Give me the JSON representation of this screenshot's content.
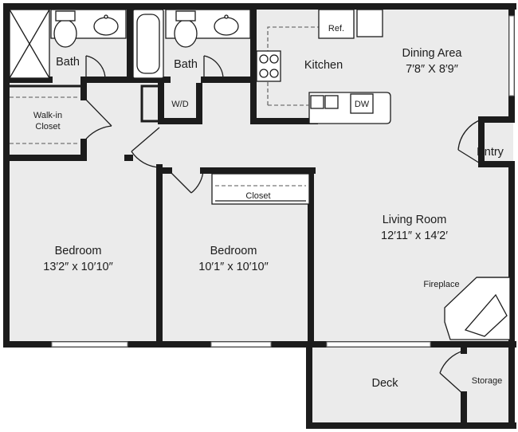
{
  "rooms": {
    "bath_left": "Bath",
    "bath_right": "Bath",
    "kitchen": "Kitchen",
    "refrigerator": "Ref.",
    "dishwasher": "DW",
    "dining_name": "Dining Area",
    "dining_size": "7′8″ X 8′9″",
    "walk_in_closet_line1": "Walk-in",
    "walk_in_closet_line2": "Closet",
    "washer_dryer": "W/D",
    "entry": "Entry",
    "closet": "Closet",
    "living_name": "Living Room",
    "living_size": "12′11″ x 14′2′",
    "bedroom1_name": "Bedroom",
    "bedroom1_size": "13′2″ x 10′10″",
    "bedroom2_name": "Bedroom",
    "bedroom2_size": "10′1″ x 10′10″",
    "fireplace": "Fireplace",
    "deck": "Deck",
    "storage": "Storage"
  }
}
